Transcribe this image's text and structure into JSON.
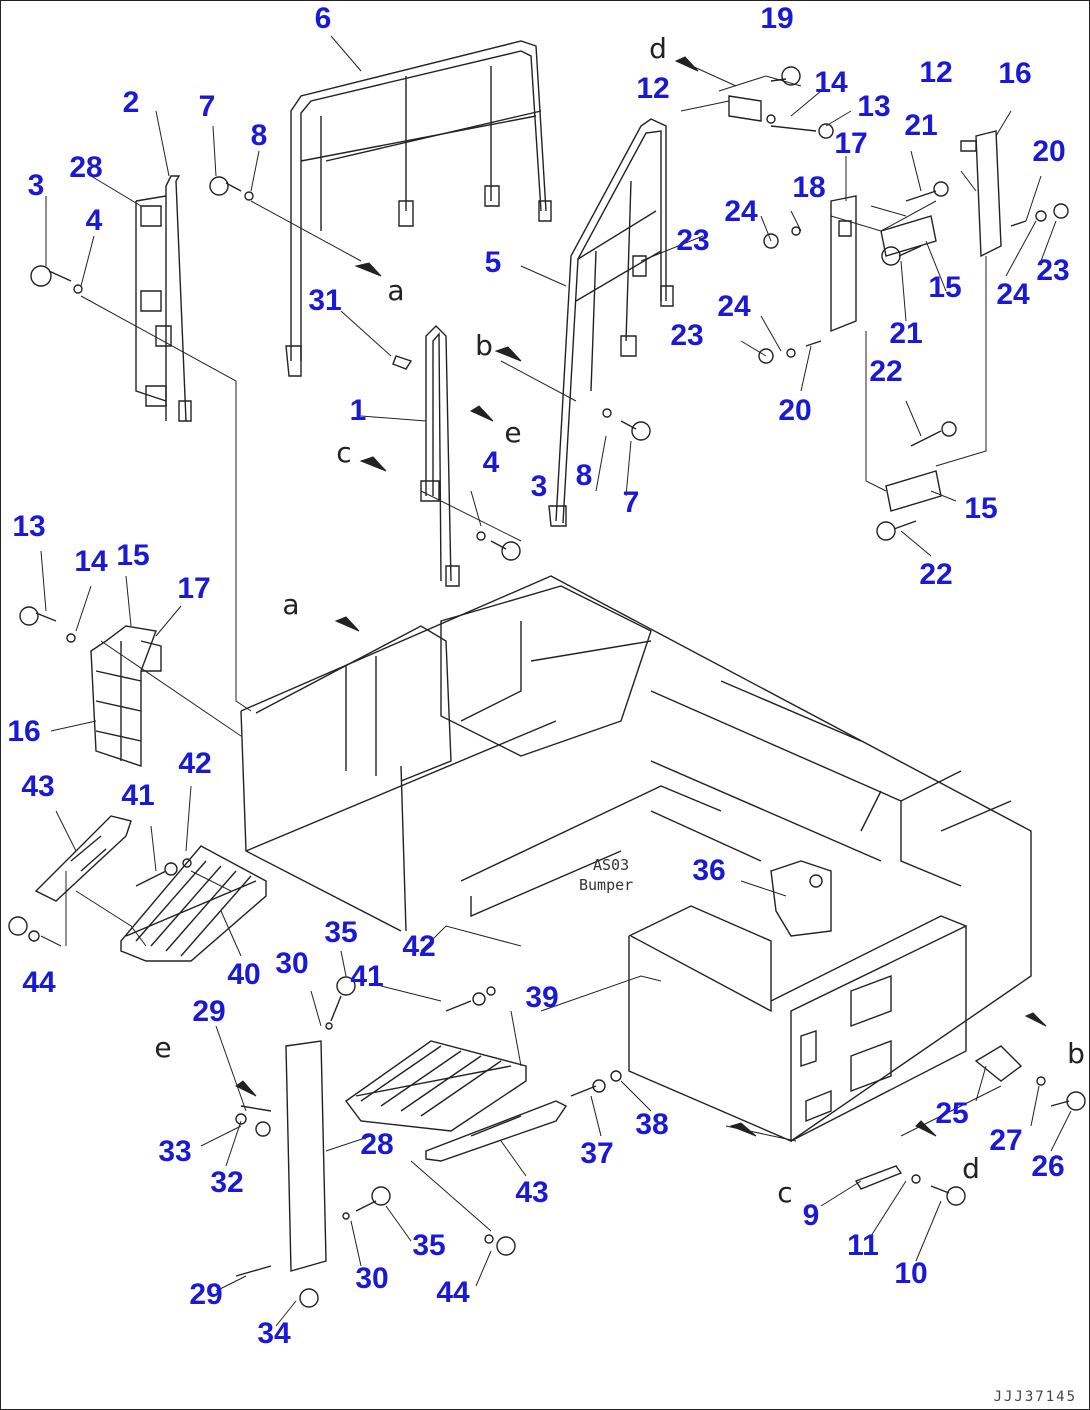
{
  "colors": {
    "label": "#1a1ad6",
    "line": "#222222",
    "background": "#ffffff"
  },
  "callouts": [
    "1",
    "2",
    "3",
    "3",
    "4",
    "4",
    "5",
    "6",
    "7",
    "7",
    "8",
    "8",
    "9",
    "10",
    "11",
    "12",
    "12",
    "13",
    "13",
    "14",
    "14",
    "15",
    "15",
    "15",
    "16",
    "16",
    "17",
    "17",
    "18",
    "19",
    "20",
    "20",
    "21",
    "21",
    "22",
    "22",
    "23",
    "23",
    "23",
    "24",
    "24",
    "24",
    "25",
    "26",
    "27",
    "28",
    "28",
    "29",
    "29",
    "30",
    "30",
    "31",
    "32",
    "33",
    "34",
    "35",
    "35",
    "36",
    "37",
    "38",
    "39",
    "40",
    "41",
    "41",
    "42",
    "42",
    "43",
    "43",
    "44",
    "44"
  ],
  "view_refs": [
    "a",
    "a",
    "b",
    "b",
    "c",
    "c",
    "d",
    "d",
    "e",
    "e"
  ],
  "small_texts": [
    "AS03",
    "Bumper"
  ],
  "drawing_code": "JJJ37145"
}
